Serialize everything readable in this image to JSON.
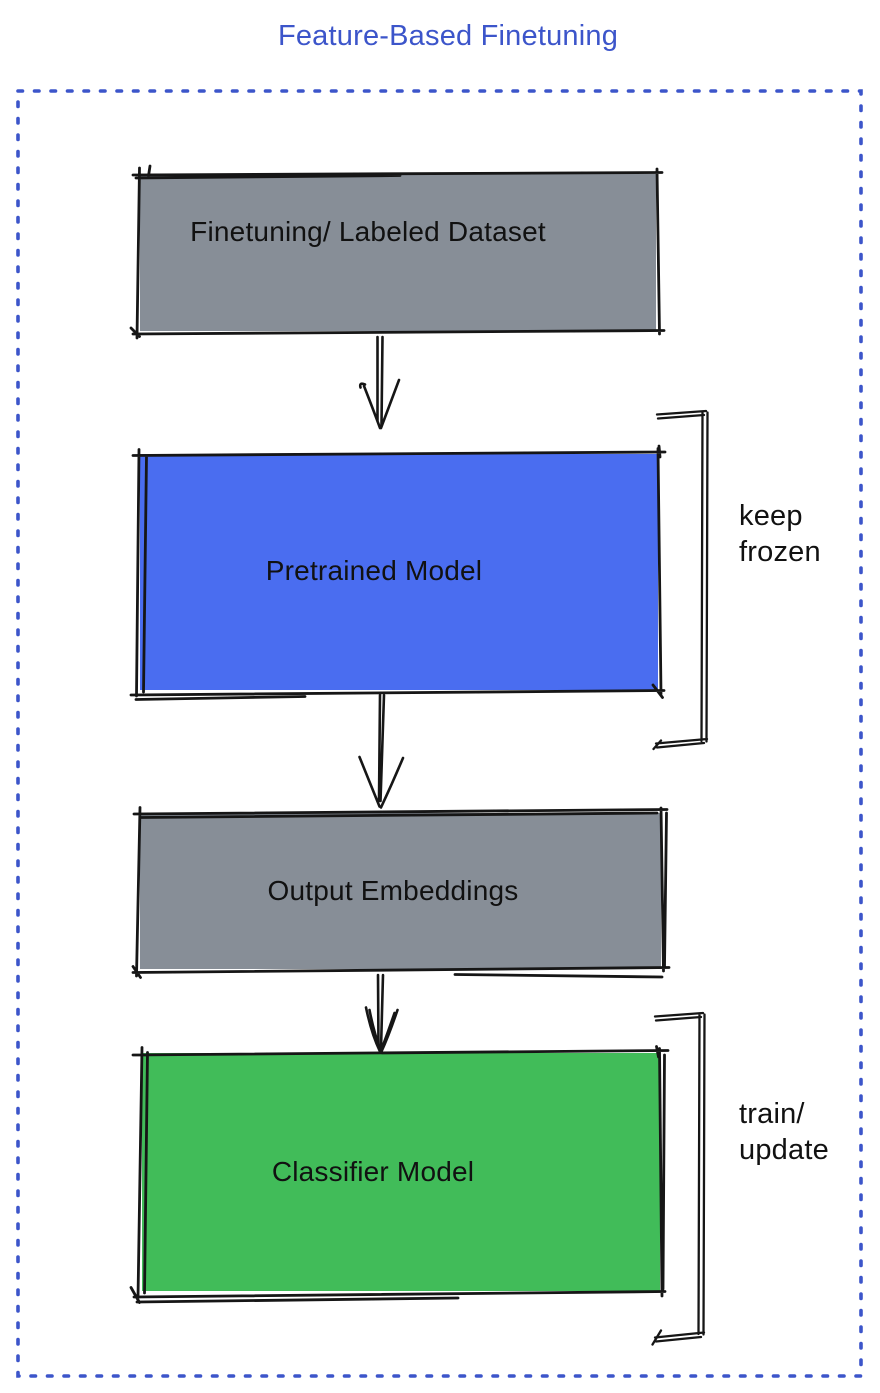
{
  "title": {
    "text": "Feature-Based Finetuning",
    "color": "#3c55ca"
  },
  "diagram": {
    "border_color": "#3c55ca",
    "outline_color": "#161616",
    "label_color": "#111111",
    "nodes": [
      {
        "id": "finetuning-dataset",
        "label": "Finetuning/ Labeled Dataset",
        "fill": "#878e97"
      },
      {
        "id": "pretrained-model",
        "label": "Pretrained Model",
        "fill": "#4a6df0"
      },
      {
        "id": "output-embeddings",
        "label": "Output Embeddings",
        "fill": "#878e97"
      },
      {
        "id": "classifier-model",
        "label": "Classifier Model",
        "fill": "#41bc59"
      }
    ],
    "edges": [
      {
        "from": "finetuning-dataset",
        "to": "pretrained-model"
      },
      {
        "from": "pretrained-model",
        "to": "output-embeddings"
      },
      {
        "from": "output-embeddings",
        "to": "classifier-model"
      }
    ],
    "annotations": [
      {
        "id": "keep-frozen",
        "target": "pretrained-model",
        "lines": [
          "keep",
          "frozen"
        ]
      },
      {
        "id": "train-update",
        "target": "classifier-model",
        "lines": [
          "train/",
          "update"
        ]
      }
    ]
  }
}
